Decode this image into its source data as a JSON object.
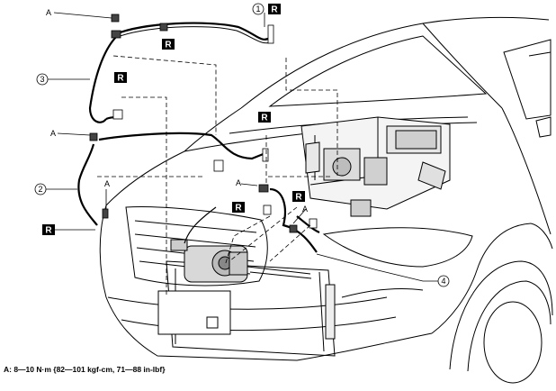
{
  "callouts": {
    "one": "1",
    "two": "2",
    "three": "3",
    "four": "4"
  },
  "letter_a": "A",
  "replace_mark": "R",
  "caption": "A: 8—10 N·m {82—101 kgf-cm, 71—88 in-lbf}",
  "colors": {
    "ink": "#000000",
    "badge_bg": "#000000",
    "badge_fg": "#ffffff"
  }
}
